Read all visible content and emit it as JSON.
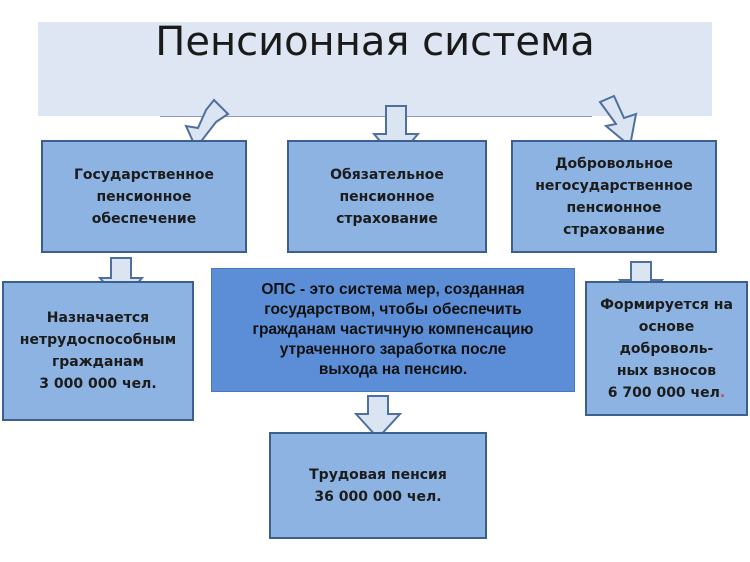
{
  "title": "Пенсионная система",
  "top_boxes": [
    {
      "text": "Государственное\nпенсионное\nобеспечение"
    },
    {
      "text": "Обязательное\nпенсионное\nстрахование"
    },
    {
      "text": "Добровольное\nнегосударственное\nпенсионное\nстрахование"
    }
  ],
  "left_box": {
    "text": "Назначается\nнетрудоспособным\nгражданам\n3 000 000  чел."
  },
  "center_box": {
    "text": "ОПС - это система мер, созданная\nгосударством, чтобы обеспечить\nгражданам частичную компенсацию\nутраченного заработка после\nвыхода на пенсию."
  },
  "right_box": {
    "text": "Формируется на\nоснове\nдоброволь-\nных взносов\n6 700 000 чел",
    "trailing": "."
  },
  "bottom_box": {
    "text": "Трудовая пенсия\n36 000 000 чел."
  },
  "colors": {
    "box_fill": "#8db3e2",
    "box_border": "#3d5f8f",
    "center_fill": "#5b8ed6",
    "title_band": "#dde6f2",
    "arrow_fill": "#dbe5f1",
    "arrow_stroke": "#4f6fa0"
  }
}
